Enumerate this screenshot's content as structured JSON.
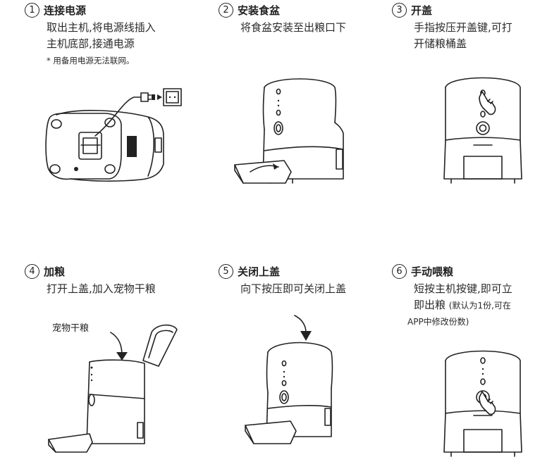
{
  "steps": [
    {
      "num": "1",
      "title": "连接电源",
      "lines": [
        "取出主机,将电源线插入",
        "主机底部,接通电源"
      ],
      "note": "* 用备用电源无法联网。"
    },
    {
      "num": "2",
      "title": "安装食盆",
      "lines": [
        "将食盆安装至出粮口下"
      ]
    },
    {
      "num": "3",
      "title": "开盖",
      "lines": [
        "手指按压开盖键,可打",
        "开储粮桶盖"
      ]
    },
    {
      "num": "4",
      "title": "加粮",
      "lines": [
        "打开上盖,加入宠物干粮"
      ],
      "callout": "宠物干粮"
    },
    {
      "num": "5",
      "title": "关闭上盖",
      "lines": [
        "向下按压即可关闭上盖"
      ]
    },
    {
      "num": "6",
      "title": "手动喂粮",
      "lines": [
        "短按主机按键,即可立"
      ],
      "line2_main": "即出粮",
      "line2_small": "(默认为1份,可在",
      "line3": "APP中修改份数)"
    }
  ],
  "figures": [
    "feeder-bottom-power",
    "feeder-with-bowl",
    "feeder-press-lid-button",
    "feeder-open-lid-add-food",
    "feeder-close-lid",
    "feeder-press-feed-button"
  ]
}
